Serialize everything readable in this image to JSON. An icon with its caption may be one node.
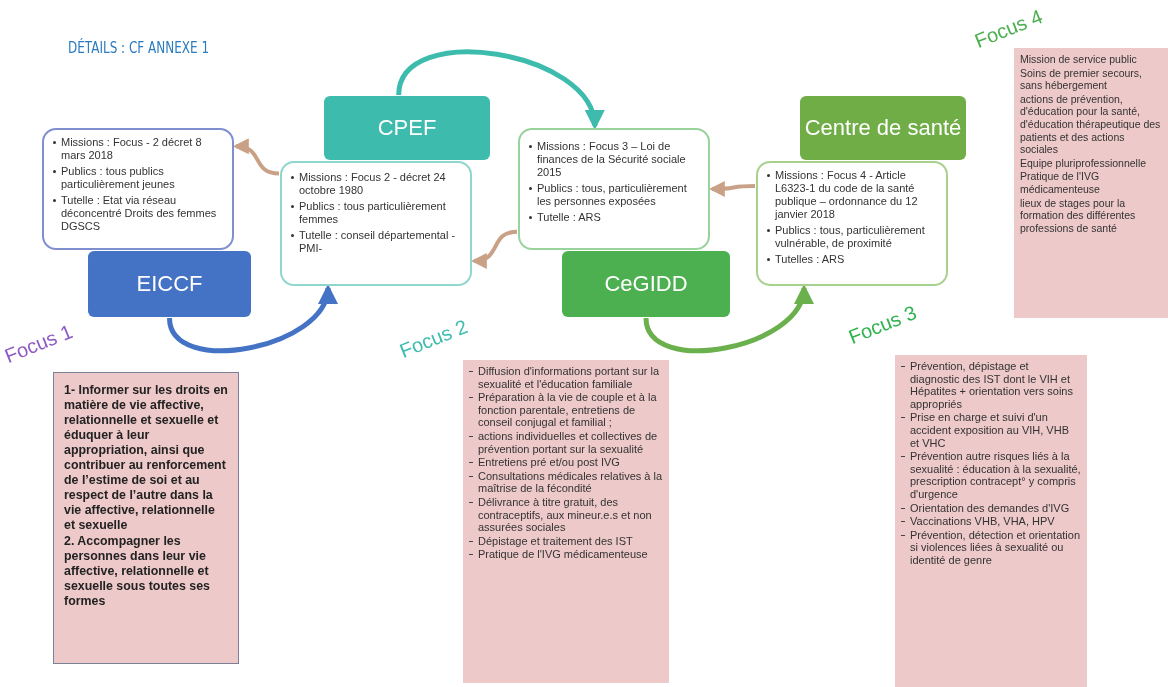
{
  "diagram": {
    "nodes": [
      {
        "text": [
          "Missions : Focus - 2 décret 8 mars 2018",
          "Publics : tous publics particulièrement jeunes",
          "Tutelle : Etat via réseau déconcentré Droits des femmes DGSCS"
        ]
      },
      {
        "text": [
          "EICCF"
        ]
      },
      {
        "text": [
          "CPEF"
        ]
      },
      {
        "text": [
          "Missions : Focus 2 - décret 24 octobre 1980",
          "Publics : tous particulièrement femmes",
          "Tutelle : conseil départemental - PMI-"
        ]
      },
      {
        "text": [
          "Missions : Focus 3 – Loi de finances de la Sécurité sociale 2015",
          "Publics : tous, particulièrement les personnes exposées",
          "Tutelle : ARS"
        ]
      },
      {
        "text": [
          "CeGIDD"
        ]
      },
      {
        "text": [
          "Centre de santé"
        ]
      },
      {
        "text": [
          "Missions : Focus 4 - Article L6323-1 du code de la santé publique – ordonnance du 12 janvier 2018",
          "Publics : tous, particulièrement vulnérable, de proximité",
          "Tutelles : ARS"
        ]
      },
      {
        "text": [
          "Focus 4",
          "Mission de service public",
          "Soins de premier secours, sans hébergement",
          "actions de prévention, d'éducation pour la santé, d'éducation thérapeutique des patients et des actions sociales",
          "Equipe pluriprofessionnelle",
          "Pratique de l'IVG médicamenteuse",
          "lieux de stages pour la formation des différentes professions de santé"
        ]
      },
      {
        "text": [
          "Focus 1",
          "1- Informer sur les droits en matière de vie affective, relationnelle et sexuelle et éduquer à leur appropriation, ainsi que contribuer au renforcement de l’estime de soi et au respect de l’autre dans la vie affective, relationnelle et sexuelle",
          "2. Accompagner les personnes dans leur vie affective, relationnelle et sexuelle sous toutes ses formes"
        ]
      },
      {
        "text": [
          "Focus 2",
          "Diffusion d'informations portant sur la sexualité et l'éducation familiale",
          "Préparation à la vie de couple et à la fonction parentale, entretiens de conseil conjugal et familial ;",
          "actions individuelles et collectives de prévention portant sur la sexualité",
          "Entretiens pré et/ou post IVG",
          "Consultations médicales relatives à la maîtrise de la fécondité",
          "Délivrance à titre gratuit, des contraceptifs, aux mineur.e.s et non assurées sociales",
          "Dépistage et traitement des IST",
          "Pratique de l'IVG médicamenteuse"
        ]
      },
      {
        "text": [
          "Focus 3",
          "Prévention, dépistage et diagnostic des IST dont le VIH et Hépatites + orientation vers soins appropriés",
          "Prise en charge et suivi d'un accident exposition au VIH, VHB et VHC",
          "Prévention autre risques liés à la sexualité : éducation à la sexualité, prescription contracept° y compris d'urgence",
          "Orientation des demandes d'IVG",
          "Vaccinations VHB, VHA, HPV",
          "Prévention, détection et orientation si violences liées à sexualité ou identité de genre"
        ]
      }
    ],
    "edges": [
      {
        "from": 1,
        "to": 3,
        "arrow": "to",
        "color": "#4472c4"
      },
      {
        "from": 2,
        "to": 4,
        "arrow": "to",
        "color": "#3dbcae"
      },
      {
        "from": 5,
        "to": 7,
        "arrow": "to",
        "color": "#6ab04c"
      },
      {
        "from": 3,
        "to": 0,
        "arrow": "to"
      },
      {
        "from": 4,
        "to": 3,
        "arrow": "to"
      },
      {
        "from": 7,
        "to": 4,
        "arrow": "to"
      }
    ],
    "labels": [
      "DÉTAILS : CF ANNEXE 1"
    ]
  }
}
